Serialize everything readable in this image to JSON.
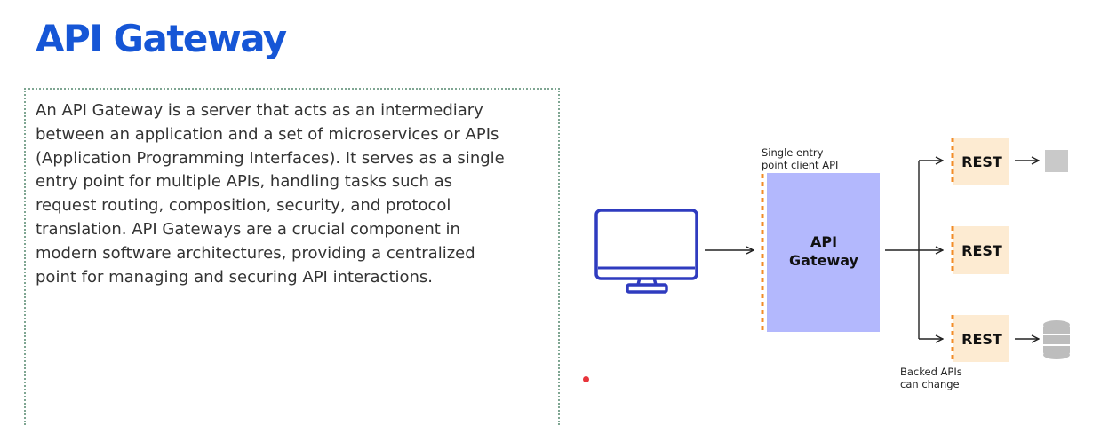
{
  "title": "API Gateway",
  "description_lines": [
    "An API Gateway is a server that acts as an intermediary",
    "between an application and a set of microservices or APIs",
    "(Application Programming Interfaces). It serves as a single",
    "entry point for multiple APIs, handling tasks such as",
    "request routing, composition, security, and protocol",
    "translation. API Gateways are a crucial component in",
    "modern software architectures, providing a centralized",
    "point for managing and securing API interactions."
  ],
  "diagram": {
    "gateway_caption": [
      "Single entry",
      "point client API"
    ],
    "gateway_label": [
      "API",
      "Gateway"
    ],
    "services": [
      "REST",
      "REST",
      "REST"
    ],
    "backend_caption": [
      "Backed APIs",
      "can change"
    ],
    "icons": [
      "monitor-icon",
      "box-icon",
      "database-icon"
    ],
    "colors": {
      "title": "#1656d6",
      "gateway_fill": "#b3b8fd",
      "rest_fill": "#fdebd2",
      "dashed_edge": "#f28c28",
      "monitor": "#2f3bbf",
      "box_gray": "#c9c9c9",
      "database": "#bdbdbd",
      "text_box_border": "#7fa692",
      "red_dot": "#e8343b"
    }
  }
}
